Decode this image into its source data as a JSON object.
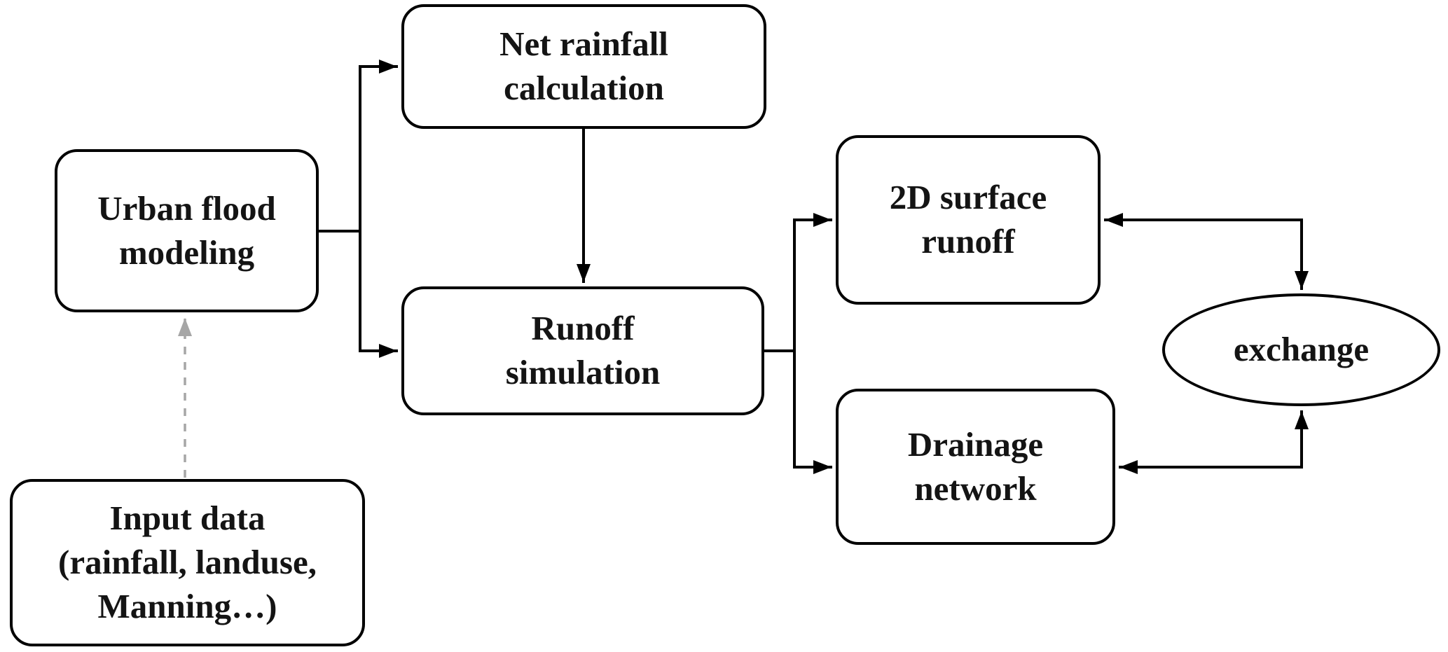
{
  "diagram": {
    "nodes": {
      "net_rainfall": {
        "label": "Net rainfall\ncalculation",
        "shape": "rounded-rect"
      },
      "urban_flood": {
        "label": "Urban flood\nmodeling",
        "shape": "rounded-rect"
      },
      "runoff": {
        "label": "Runoff\nsimulation",
        "shape": "rounded-rect"
      },
      "surface_runoff": {
        "label": "2D surface\nrunoff",
        "shape": "rounded-rect"
      },
      "drainage": {
        "label": "Drainage\nnetwork",
        "shape": "rounded-rect"
      },
      "exchange": {
        "label": "exchange",
        "shape": "ellipse"
      },
      "input_data": {
        "label": "Input data\n(rainfall, landuse,\nManning…)",
        "shape": "rounded-rect"
      }
    },
    "edges": [
      {
        "from": "urban_flood",
        "to": "net_rainfall",
        "style": "solid-arrow"
      },
      {
        "from": "urban_flood",
        "to": "runoff",
        "style": "solid-arrow"
      },
      {
        "from": "net_rainfall",
        "to": "runoff",
        "style": "solid-arrow"
      },
      {
        "from": "runoff",
        "to": "surface_runoff",
        "style": "solid-arrow"
      },
      {
        "from": "runoff",
        "to": "drainage",
        "style": "solid-arrow"
      },
      {
        "from": "surface_runoff",
        "to": "exchange",
        "style": "solid-bidirectional"
      },
      {
        "from": "drainage",
        "to": "exchange",
        "style": "solid-bidirectional"
      },
      {
        "from": "input_data",
        "to": "urban_flood",
        "style": "dashed-arrow"
      }
    ],
    "colors": {
      "stroke": "#000000",
      "background": "#ffffff",
      "dashed_arrow": "#a6a6a6",
      "text": "#141414"
    }
  }
}
